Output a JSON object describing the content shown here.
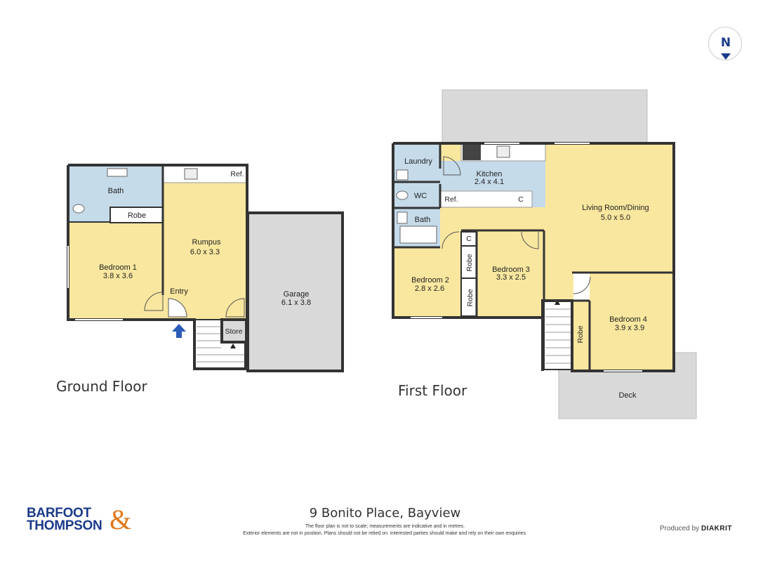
{
  "compass": {
    "letter": "N"
  },
  "floors": {
    "ground_title": "Ground Floor",
    "first_title": "First Floor"
  },
  "ground_rooms": {
    "bath": "Bath",
    "robe": "Robe",
    "ref": "Ref.",
    "rumpus_name": "Rumpus",
    "rumpus_dim": "6.0 x 3.3",
    "bedroom1_name": "Bedroom 1",
    "bedroom1_dim": "3.8 x 3.6",
    "entry": "Entry",
    "store": "Store",
    "garage_name": "Garage",
    "garage_dim": "6.1 x 3.8"
  },
  "first_rooms": {
    "laundry": "Laundry",
    "wc": "WC",
    "bath": "Bath",
    "kitchen_name": "Kitchen",
    "kitchen_dim": "2.4 x 4.1",
    "ref": "Ref.",
    "kitchen_c": "C",
    "living_name": "Living Room/Dining",
    "living_dim": "5.0 x 5.0",
    "hall_c": "C",
    "robe_a": "Robe",
    "robe_b": "Robe",
    "bedroom2_name": "Bedroom 2",
    "bedroom2_dim": "2.8 x 2.6",
    "bedroom3_name": "Bedroom 3",
    "bedroom3_dim": "3.3 x 2.5",
    "bedroom4_name": "Bedroom 4",
    "bedroom4_dim": "3.9 x 3.9",
    "robe_c": "Robe",
    "deck": "Deck"
  },
  "footer": {
    "address": "9 Bonito Place, Bayview",
    "disclaimer_1": "The floor plan is not to scale; measurements are indicative and in metres.",
    "disclaimer_2": "Exterior elements are not in position. Plans should not be relied on. Interested parties should make and rely on their own enquiries.",
    "produced_by": "Produced by",
    "producer": "DIAKRIT"
  },
  "logo": {
    "line1": "BARFOOT",
    "line2": "THOMPSON",
    "ampersand": "&"
  },
  "colors": {
    "room_yellow": "#f9e79f",
    "wet_blue": "#c5dbea",
    "exterior_grey": "#d9d9d9",
    "wall": "#333333",
    "brand_blue": "#1b3a8a",
    "brand_orange": "#e07a1c",
    "entry_arrow": "#2a5cb8"
  }
}
